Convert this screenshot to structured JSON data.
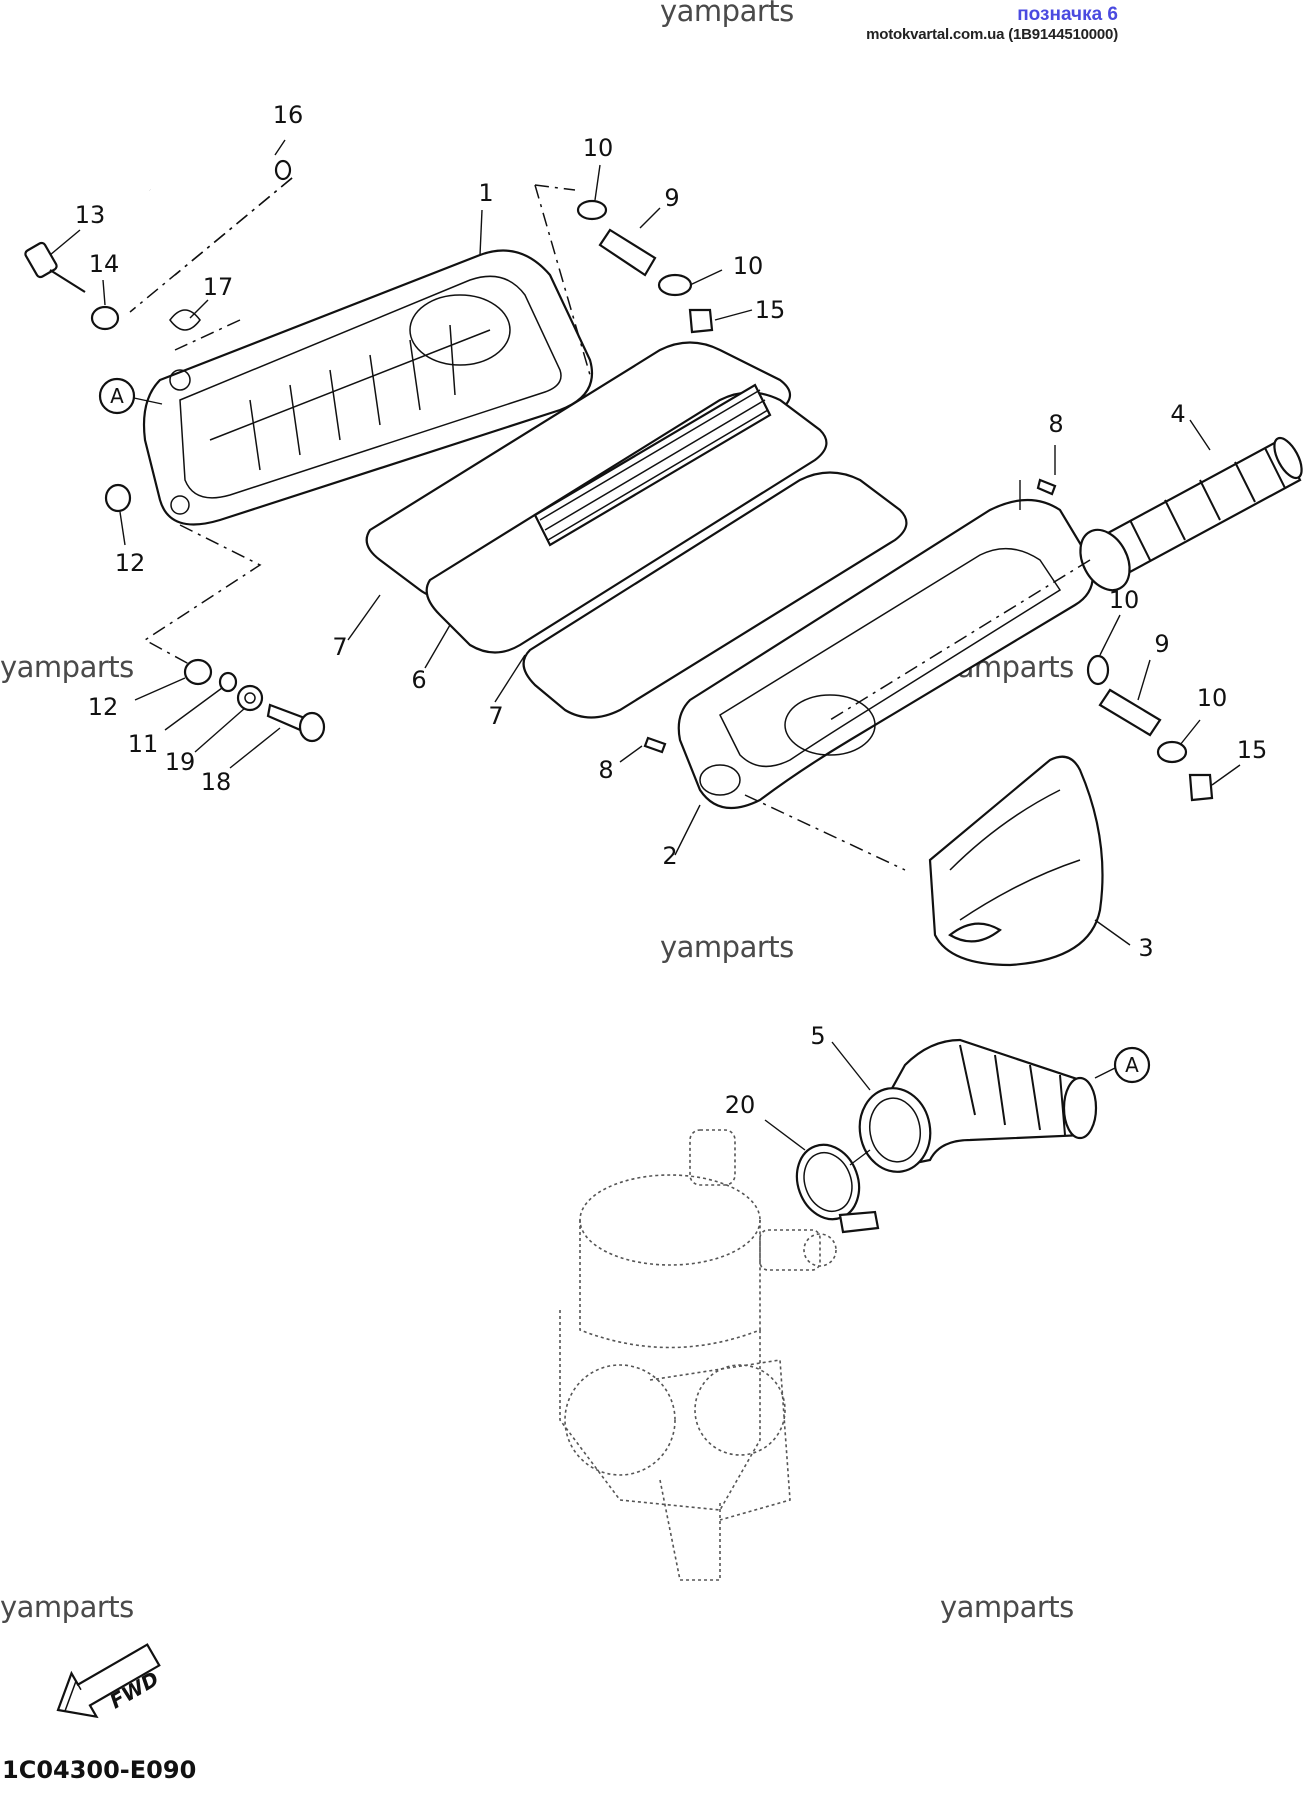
{
  "header": {
    "tag_title": "позначка 6",
    "tag_source": "motokvartal.com.ua (1B9144510000)"
  },
  "watermark_text": "yamparts",
  "diagram_code": "1C04300-E090",
  "fwd_label": "FWD",
  "reference_marker": "A",
  "callouts": [
    "16",
    "13",
    "14",
    "17",
    "1",
    "10",
    "9",
    "10",
    "15",
    "12",
    "7",
    "6",
    "7",
    "12",
    "11",
    "19",
    "18",
    "8",
    "4",
    "10",
    "9",
    "10",
    "15",
    "8",
    "2",
    "3",
    "5",
    "20"
  ]
}
